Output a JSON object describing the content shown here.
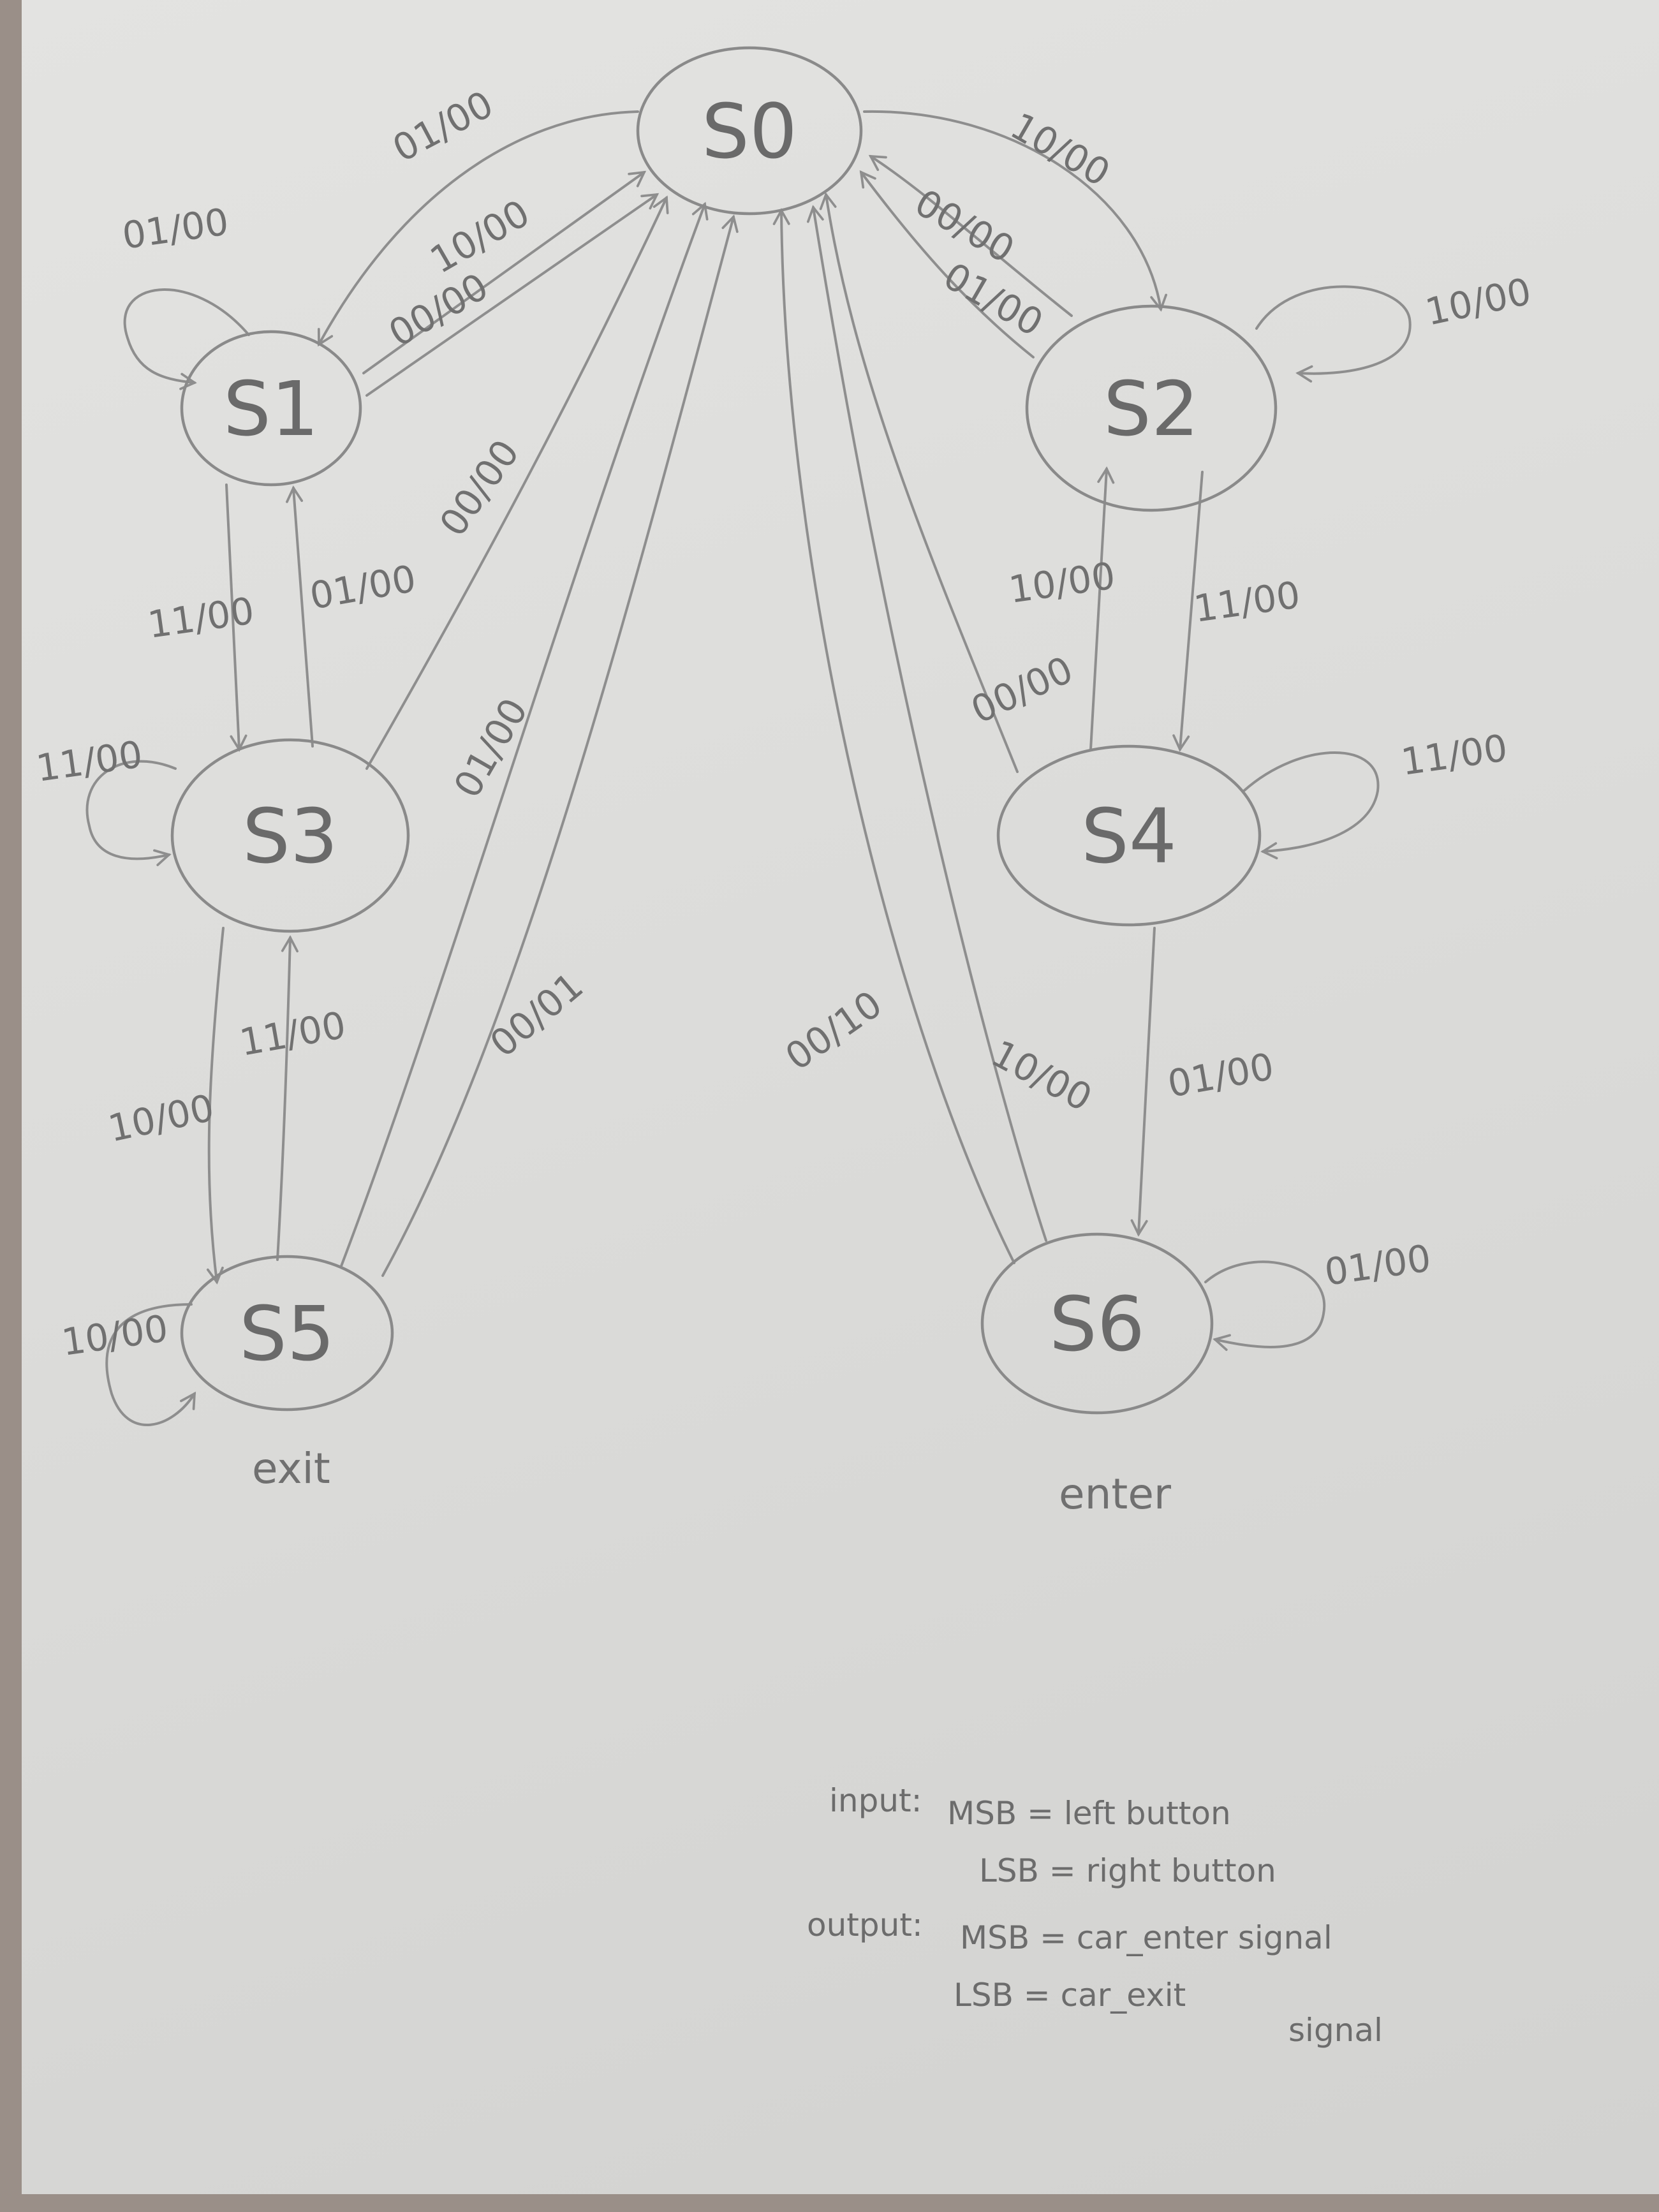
{
  "states": [
    {
      "id": "S0",
      "label": "S0"
    },
    {
      "id": "S1",
      "label": "S1"
    },
    {
      "id": "S2",
      "label": "S2"
    },
    {
      "id": "S3",
      "label": "S3"
    },
    {
      "id": "S4",
      "label": "S4"
    },
    {
      "id": "S5",
      "label": "S5",
      "note": "exit"
    },
    {
      "id": "S6",
      "label": "S6",
      "note": "enter"
    }
  ],
  "transitions": [
    {
      "from": "S0",
      "to": "S1",
      "label": "01/00"
    },
    {
      "from": "S1",
      "to": "S0",
      "label": "10/00"
    },
    {
      "from": "S1",
      "to": "S0",
      "label": "00/00"
    },
    {
      "from": "S1",
      "to": "S1",
      "label": "01/00"
    },
    {
      "from": "S0",
      "to": "S2",
      "label": "10/00"
    },
    {
      "from": "S2",
      "to": "S0",
      "label": "00/00"
    },
    {
      "from": "S2",
      "to": "S0",
      "label": "01/00"
    },
    {
      "from": "S2",
      "to": "S2",
      "label": "10/00"
    },
    {
      "from": "S1",
      "to": "S3",
      "label": "11/00"
    },
    {
      "from": "S3",
      "to": "S1",
      "label": "01/00"
    },
    {
      "from": "S3",
      "to": "S0",
      "label": "00/00"
    },
    {
      "from": "S3",
      "to": "S3",
      "label": "11/00"
    },
    {
      "from": "S2",
      "to": "S4",
      "label": "11/00"
    },
    {
      "from": "S4",
      "to": "S2",
      "label": "10/00"
    },
    {
      "from": "S4",
      "to": "S0",
      "label": "00/00"
    },
    {
      "from": "S4",
      "to": "S4",
      "label": "11/00"
    },
    {
      "from": "S3",
      "to": "S5",
      "label": "10/00"
    },
    {
      "from": "S5",
      "to": "S3",
      "label": "11/00"
    },
    {
      "from": "S5",
      "to": "S0",
      "label": "01/00"
    },
    {
      "from": "S5",
      "to": "S0",
      "label": "00/01"
    },
    {
      "from": "S5",
      "to": "S5",
      "label": "10/00"
    },
    {
      "from": "S4",
      "to": "S6",
      "label": "01/00"
    },
    {
      "from": "S6",
      "to": "S0",
      "label": "00/10"
    },
    {
      "from": "S6",
      "to": "S0",
      "label": "10/00"
    },
    {
      "from": "S6",
      "to": "S6",
      "label": "01/00"
    }
  ],
  "legend": {
    "input_title": "input:",
    "input_msb": "MSB = left button",
    "input_lsb": "LSB = right button",
    "output_title": "output:",
    "output_msb": "MSB = car_enter signal",
    "output_lsb": "LSB = car_exit",
    "output_lsb_cont": "signal"
  }
}
